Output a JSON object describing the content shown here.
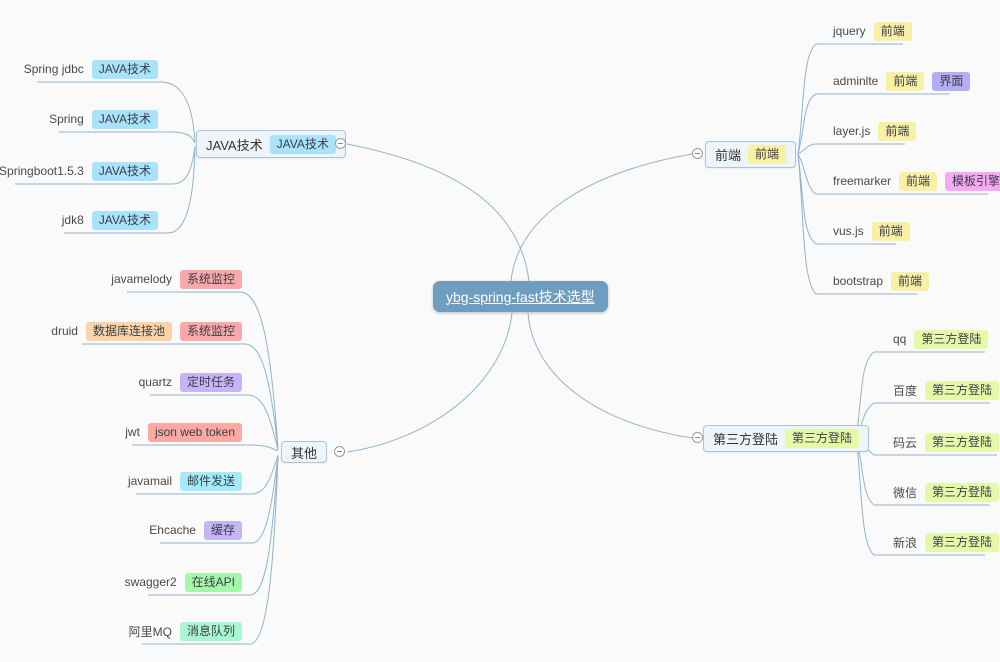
{
  "root": {
    "label": "ybg-spring-fast技术选型"
  },
  "colors": {
    "root_bg": "#6e9dbf",
    "line": "#90b4cf",
    "tag_blue": "#a9e2fb",
    "tag_yellow": "#f8f0a3",
    "tag_periwinkle": "#b3aef3",
    "tag_pink": "#f8a9f4",
    "tag_red": "#f8a9a9",
    "tag_peach": "#fbd3a6",
    "tag_lavender": "#c5b5f6",
    "tag_salmon": "#fbaaa2",
    "tag_cyan": "#a3ebfb",
    "tag_green": "#a5f8a9",
    "tag_mint": "#a9f6d1",
    "tag_yellowgreen": "#e6f9a8"
  },
  "branches": {
    "java": {
      "label": "JAVA技术",
      "tag": "JAVA技术",
      "children": [
        {
          "label": "Spring jdbc",
          "tags": [
            "JAVA技术"
          ]
        },
        {
          "label": "Spring",
          "tags": [
            "JAVA技术"
          ]
        },
        {
          "label": "Springboot1.5.3",
          "tags": [
            "JAVA技术"
          ]
        },
        {
          "label": "jdk8",
          "tags": [
            "JAVA技术"
          ]
        }
      ]
    },
    "frontend": {
      "label": "前端",
      "tag": "前端",
      "children": [
        {
          "label": "jquery",
          "tags": [
            "前端"
          ]
        },
        {
          "label": "adminlte",
          "tags": [
            "前端",
            "界面"
          ]
        },
        {
          "label": "layer.js",
          "tags": [
            "前端"
          ]
        },
        {
          "label": "freemarker",
          "tags": [
            "前端",
            "模板引擎"
          ]
        },
        {
          "label": "vus.js",
          "tags": [
            "前端"
          ]
        },
        {
          "label": "bootstrap",
          "tags": [
            "前端"
          ]
        }
      ]
    },
    "other": {
      "label": "其他",
      "children": [
        {
          "label": "javamelody",
          "tags": [
            "系统监控"
          ]
        },
        {
          "label": "druid",
          "tags": [
            "数据库连接池",
            "系统监控"
          ]
        },
        {
          "label": "quartz",
          "tags": [
            "定时任务"
          ]
        },
        {
          "label": "jwt",
          "tags": [
            "json web token"
          ]
        },
        {
          "label": "javamail",
          "tags": [
            "邮件发送"
          ]
        },
        {
          "label": "Ehcache",
          "tags": [
            "缓存"
          ]
        },
        {
          "label": "swagger2",
          "tags": [
            "在线API"
          ]
        },
        {
          "label": "阿里MQ",
          "tags": [
            "消息队列"
          ]
        }
      ]
    },
    "third": {
      "label": "第三方登陆",
      "tag": "第三方登陆",
      "children": [
        {
          "label": "qq",
          "tags": [
            "第三方登陆"
          ]
        },
        {
          "label": "百度",
          "tags": [
            "第三方登陆"
          ]
        },
        {
          "label": "码云",
          "tags": [
            "第三方登陆"
          ]
        },
        {
          "label": "微信",
          "tags": [
            "第三方登陆"
          ]
        },
        {
          "label": "新浪",
          "tags": [
            "第三方登陆"
          ]
        }
      ]
    }
  }
}
